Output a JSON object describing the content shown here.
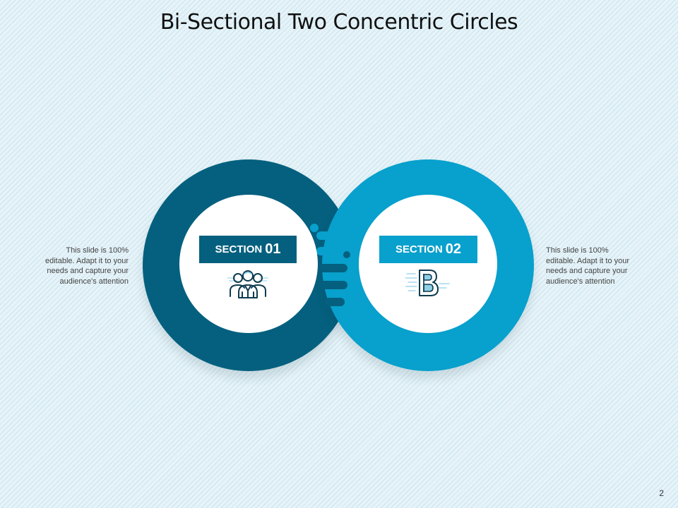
{
  "slide": {
    "title": "Bi-Sectional Two Concentric Circles",
    "page_number": "2"
  },
  "sections": [
    {
      "label_word": "SECTION",
      "label_num": "01",
      "icon": "people-group-icon",
      "color": "#04607e",
      "description": "This slide is 100% editable. Adapt it to your needs and capture your audience's attention"
    },
    {
      "label_word": "SECTION",
      "label_num": "02",
      "icon": "bitcoin-b-icon",
      "color": "#08a0cc",
      "description": "This slide is 100% editable. Adapt it to your needs and capture your audience's attention"
    }
  ]
}
